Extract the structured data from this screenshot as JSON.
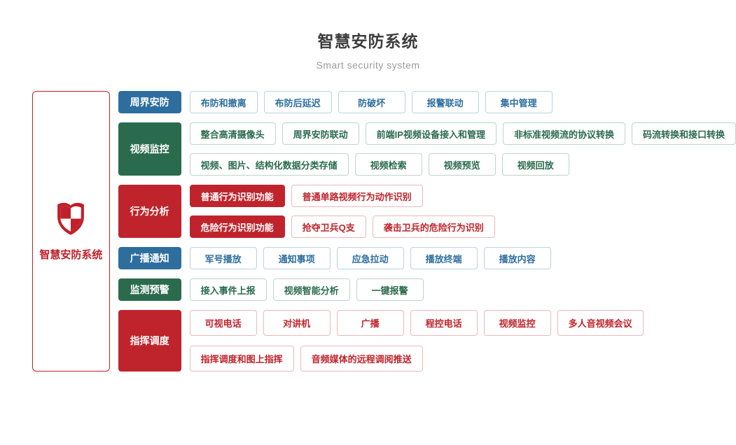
{
  "page": {
    "title": "智慧安防系统",
    "subtitle": "Smart security system"
  },
  "root": {
    "label": "智慧安防系统",
    "icon": "shield-icon"
  },
  "themes": {
    "blue": {
      "main": "#2e6e9e",
      "border": "#b9d2e5"
    },
    "green": {
      "main": "#2a6b4e",
      "border": "#bcd6ca"
    },
    "red": {
      "main": "#bf242c",
      "border": "#eab9bb"
    }
  },
  "icon_color": "#c0202a",
  "sections": [
    {
      "id": "perimeter-security",
      "label": "周界安防",
      "color": "blue",
      "lines": [
        [
          {
            "text": "布防和撤离"
          },
          {
            "text": "布防后延迟"
          },
          {
            "text": "防破坏"
          },
          {
            "text": "报警联动"
          },
          {
            "text": "集中管理"
          }
        ]
      ]
    },
    {
      "id": "video-surveillance",
      "label": "视频监控",
      "color": "green",
      "lines": [
        [
          {
            "text": "整合高清摄像头"
          },
          {
            "text": "周界安防联动"
          },
          {
            "text": "前端IP视频设备接入和管理"
          },
          {
            "text": "非标准视频流的协议转换"
          },
          {
            "text": "码流转换和接口转换"
          }
        ],
        [
          {
            "text": "视频、图片、结构化数据分类存储"
          },
          {
            "text": "视频检索"
          },
          {
            "text": "视频预览"
          },
          {
            "text": "视频回放"
          }
        ]
      ]
    },
    {
      "id": "behavior-analysis",
      "label": "行为分析",
      "color": "red",
      "lines": [
        [
          {
            "text": "普通行为识别功能",
            "filled": true
          },
          {
            "text": "普通单路视频行为动作识别"
          }
        ],
        [
          {
            "text": "危险行为识别功能",
            "filled": true
          },
          {
            "text": "抢夺卫兵Q支"
          },
          {
            "text": "袭击卫兵的危险行为识别"
          }
        ]
      ]
    },
    {
      "id": "broadcast-notice",
      "label": "广播通知",
      "color": "blue",
      "lines": [
        [
          {
            "text": "军号播放"
          },
          {
            "text": "通知事项"
          },
          {
            "text": "应急拉动"
          },
          {
            "text": "播放终端"
          },
          {
            "text": "播放内容"
          }
        ]
      ]
    },
    {
      "id": "monitor-warning",
      "label": "监测预警",
      "color": "green",
      "lines": [
        [
          {
            "text": "接入事件上报"
          },
          {
            "text": "视频智能分析"
          },
          {
            "text": "一键报警"
          }
        ]
      ]
    },
    {
      "id": "command-dispatch",
      "label": "指挥调度",
      "color": "red",
      "tall": true,
      "lines": [
        [
          {
            "text": "可视电话"
          },
          {
            "text": "对讲机"
          },
          {
            "text": "广播"
          },
          {
            "text": "程控电话"
          },
          {
            "text": "视频监控"
          },
          {
            "text": "多人音视频会议"
          }
        ],
        [
          {
            "text": "指挥调度和图上指挥"
          },
          {
            "text": "音频媒体的远程调阅推送"
          }
        ]
      ]
    }
  ]
}
